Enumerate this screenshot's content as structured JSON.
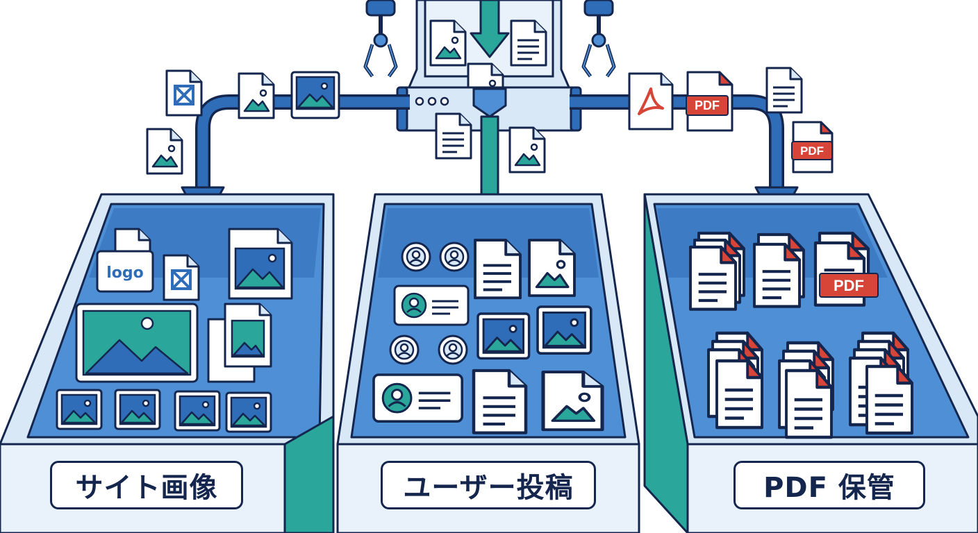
{
  "bins": [
    {
      "label": "サイト画像"
    },
    {
      "label": "ユーザー投稿"
    },
    {
      "label": "PDF 保管"
    }
  ],
  "badges": {
    "pdf": "PDF",
    "logo": "logo"
  },
  "colors": {
    "navy": "#14264d",
    "blue": "#2f6db8",
    "mid_blue": "#4f8fd6",
    "light_blue": "#d9e8f6",
    "teal": "#2aa69a",
    "red": "#d64538",
    "white": "#ffffff"
  }
}
